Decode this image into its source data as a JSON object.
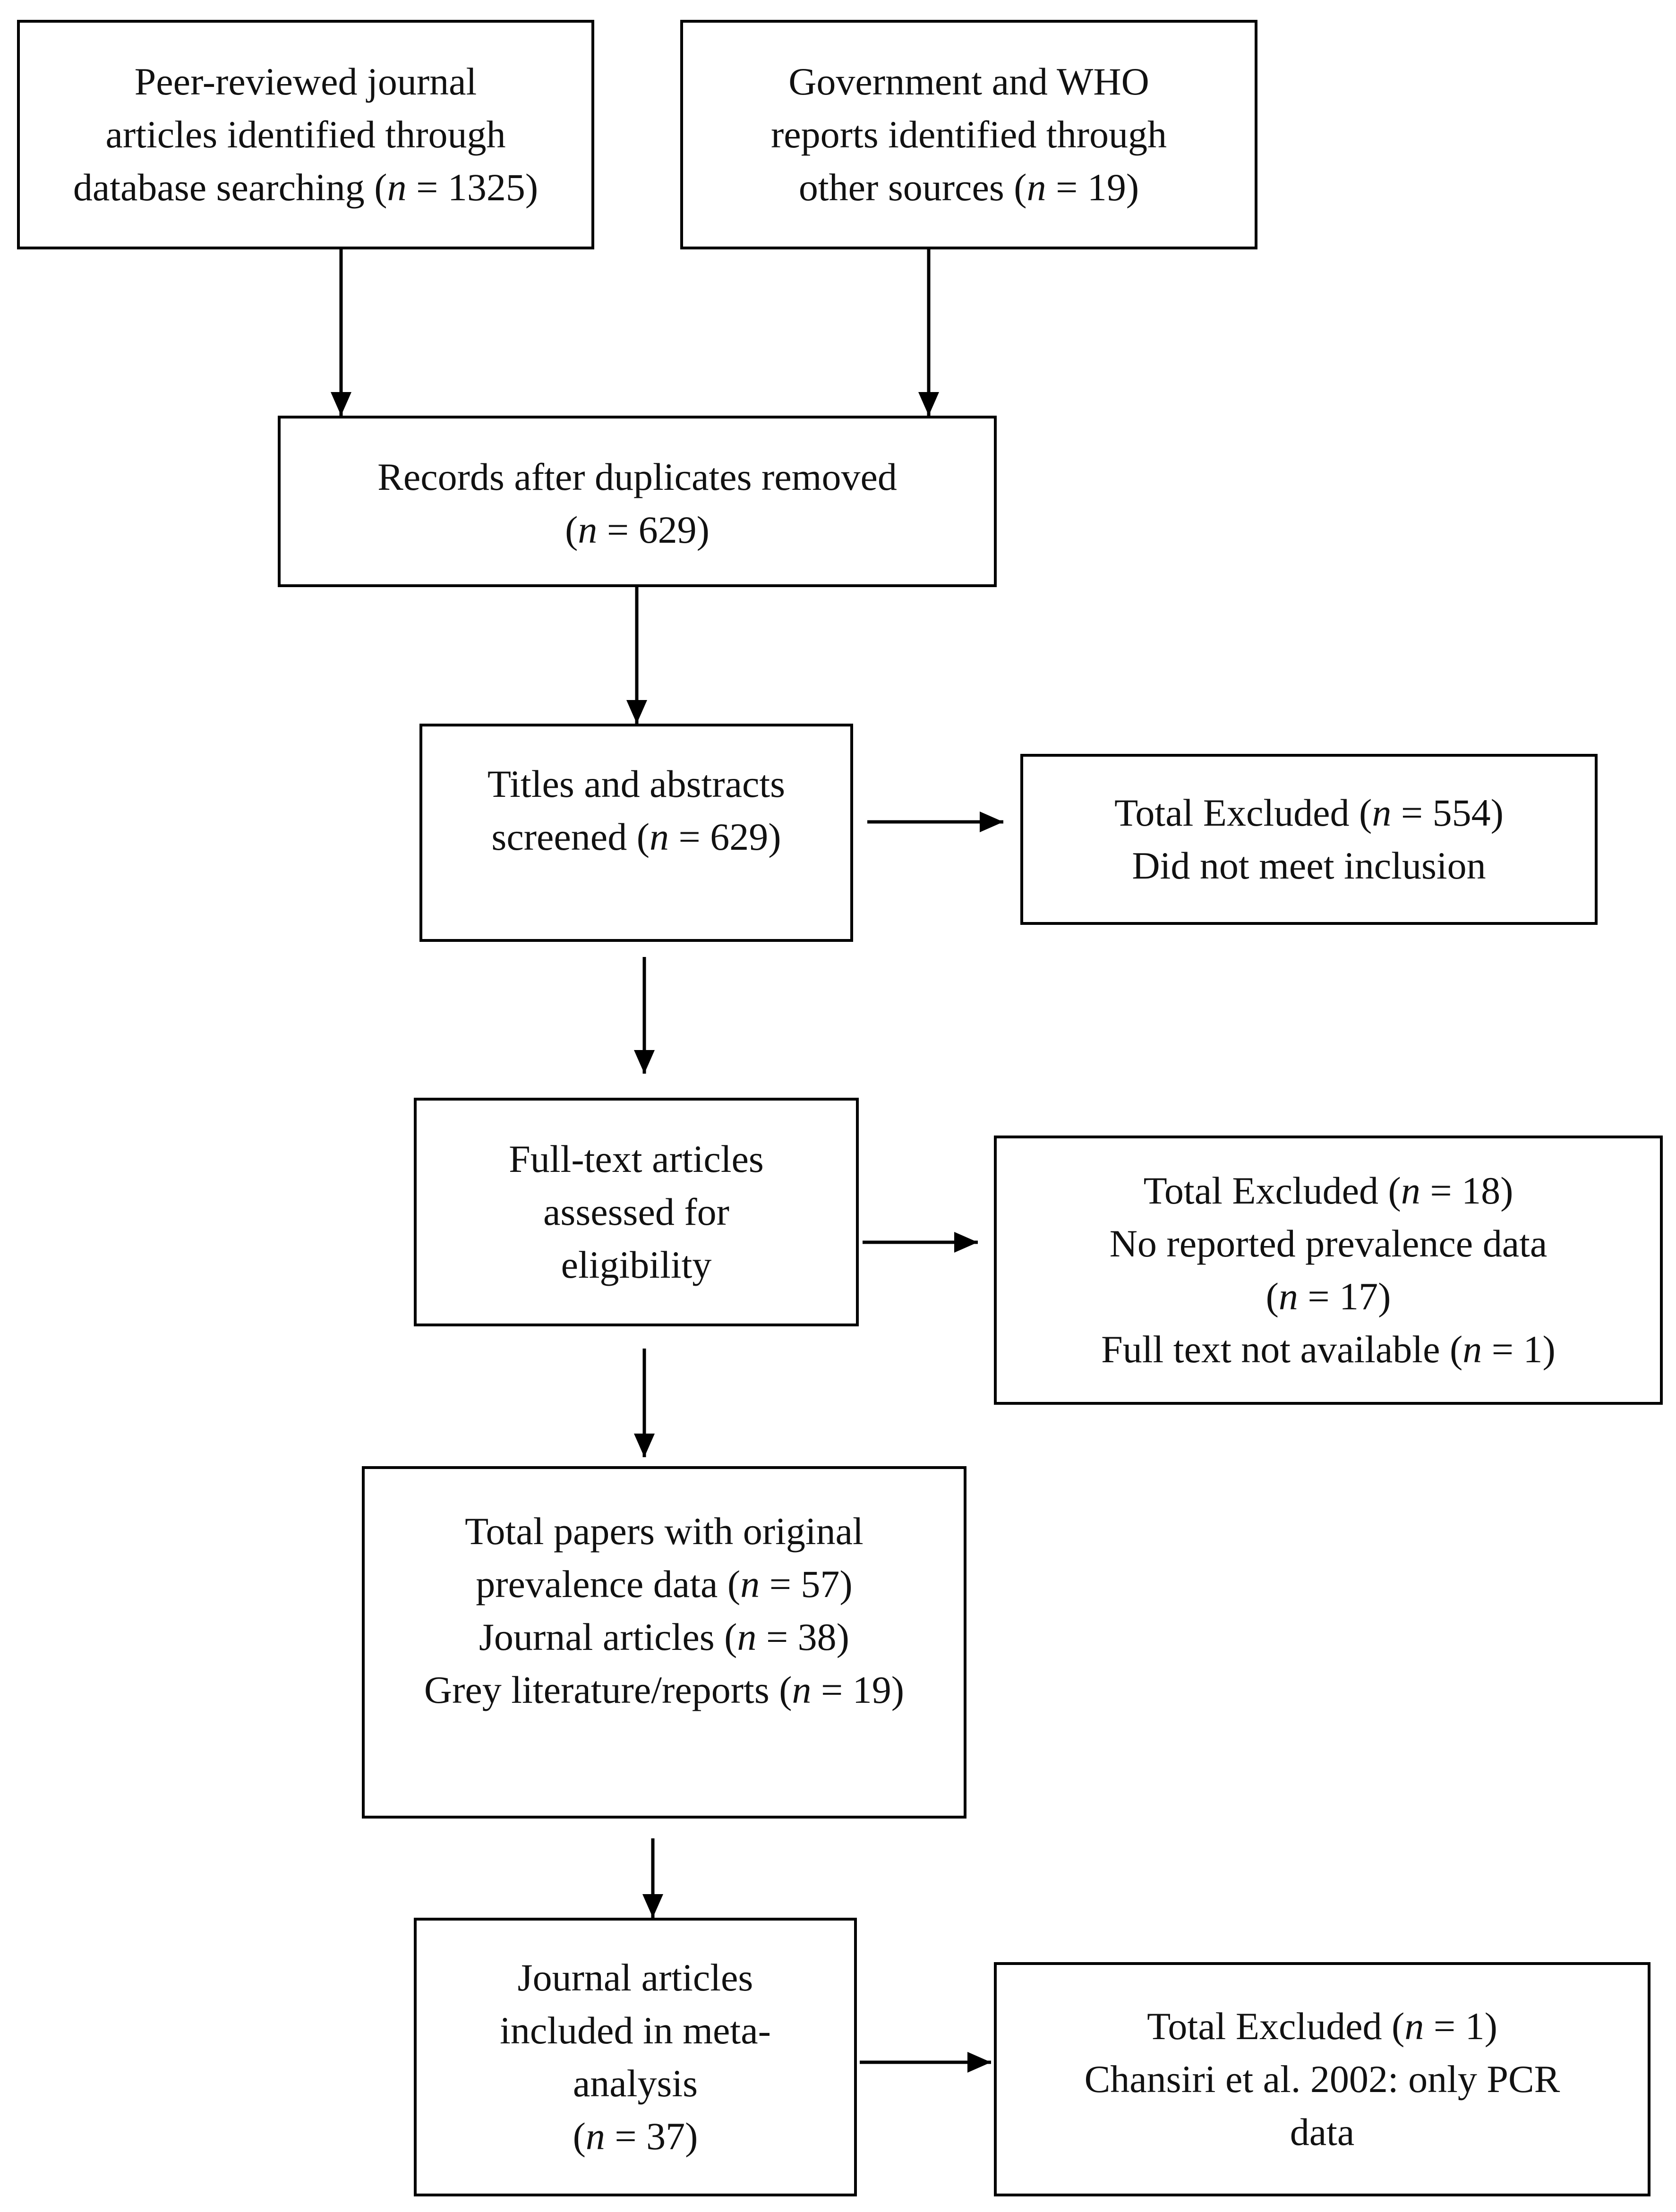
{
  "boxes": {
    "peer_reviewed": {
      "line1": "Peer-reviewed journal",
      "line2": "articles identified through",
      "line3_pre": "database searching (",
      "n_var": "n",
      "line3_post": " = 1325)"
    },
    "government_who": {
      "line1": "Government and WHO",
      "line2": "reports identified through",
      "line3_pre": "other sources (",
      "n_var": "n",
      "line3_post": " = 19)"
    },
    "records_after_duplicates": {
      "line1": "Records after duplicates removed",
      "line2_pre": "(",
      "n_var": "n",
      "line2_post": " = 629)"
    },
    "titles_abstracts": {
      "line1": "Titles and abstracts",
      "line2_pre": "screened (",
      "n_var": "n",
      "line2_post": " = 629)"
    },
    "excluded_554": {
      "line1_pre": "Total Excluded (",
      "n_var": "n",
      "line1_post": " = 554)",
      "line2": "Did not meet inclusion"
    },
    "full_text": {
      "line1": "Full-text articles",
      "line2": "assessed for",
      "line3": "eligibility"
    },
    "excluded_18": {
      "line1_pre": "Total Excluded (",
      "n_var": "n",
      "line1_post": " = 18)",
      "line2": "No reported prevalence data",
      "line3_pre": "(",
      "line3_post": " = 17)",
      "line4_pre": "Full text not available (",
      "line4_post": " = 1)"
    },
    "total_papers": {
      "line1": "Total papers with original",
      "line2_pre": "prevalence data (",
      "n_var": "n",
      "line2_post": " = 57)",
      "line3_pre": "Journal articles (",
      "line3_post": " = 38)",
      "line4_pre": "Grey literature/reports (",
      "line4_post": " = 19)"
    },
    "meta_analysis": {
      "line1": "Journal articles",
      "line2": "included in meta-",
      "line3": "analysis",
      "line4_pre": "(",
      "n_var": "n",
      "line4_post": " = 37)"
    },
    "excluded_1": {
      "line1_pre": "Total Excluded (",
      "n_var": "n",
      "line1_post": " = 1)",
      "line2": "Chansiri et al. 2002: only PCR",
      "line3": "data"
    }
  }
}
